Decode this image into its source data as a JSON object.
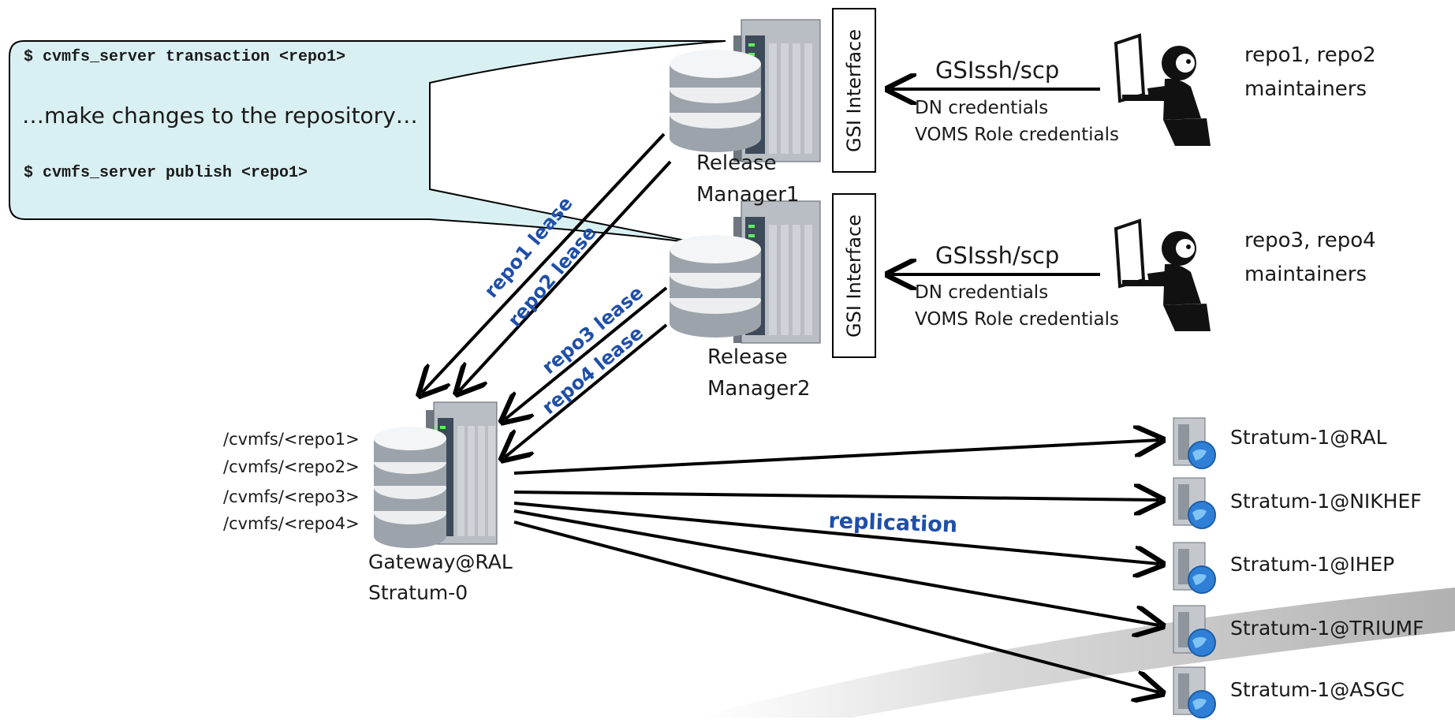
{
  "callout": {
    "line1": "$ cvmfs_server transaction <repo1>",
    "line2": "…make changes to the repository…",
    "line3": "$ cvmfs_server publish <repo1>"
  },
  "release_managers": [
    {
      "label_1": "Release",
      "label_2": "Manager1",
      "interface": "GSI Interface"
    },
    {
      "label_1": "Release",
      "label_2": "Manager2",
      "interface": "GSI Interface"
    }
  ],
  "maintainers": [
    {
      "protocol": "GSIssh/scp",
      "cred1": "DN credentials",
      "cred2": "VOMS Role credentials",
      "label_1": "repo1, repo2",
      "label_2": "maintainers"
    },
    {
      "protocol": "GSIssh/scp",
      "cred1": "DN credentials",
      "cred2": "VOMS Role credentials",
      "label_1": "repo3, repo4",
      "label_2": "maintainers"
    }
  ],
  "leases": [
    "repo1 lease",
    "repo2 lease",
    "repo3 lease",
    "repo4 lease"
  ],
  "gateway": {
    "paths": [
      "/cvmfs/<repo1>",
      "/cvmfs/<repo2>",
      "/cvmfs/<repo3>",
      "/cvmfs/<repo4>"
    ],
    "label_1": "Gateway@RAL",
    "label_2": "Stratum-0"
  },
  "replication_label": "replication",
  "stratum1": [
    "Stratum-1@RAL",
    "Stratum-1@NIKHEF",
    "Stratum-1@IHEP",
    "Stratum-1@TRIUMF",
    "Stratum-1@ASGC"
  ],
  "colors": {
    "callout_fill": "#d9f0f2",
    "lease_text": "#1f4fa8",
    "server_gray": "#8a8f96"
  },
  "icons": [
    "database-server-icon",
    "user-at-computer-icon",
    "globe-server-icon"
  ]
}
